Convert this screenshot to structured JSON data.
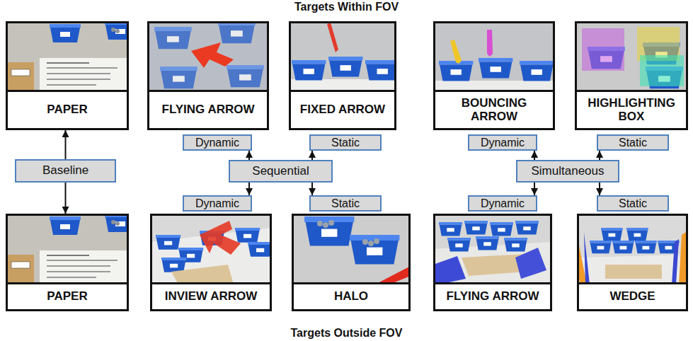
{
  "diagram": {
    "title": "Targets Within FOV",
    "caption": "Targets Outside FOV",
    "nodes": [
      {
        "text": [
          "PAPER"
        ]
      },
      {
        "text": [
          "FLYING ARROW"
        ]
      },
      {
        "text": [
          "FIXED ARROW"
        ]
      },
      {
        "text": [
          "BOUNCING ARROW"
        ]
      },
      {
        "text": [
          "HIGHLIGHTING BOX"
        ]
      },
      {
        "text": [
          "Dynamic"
        ]
      },
      {
        "text": [
          "Static"
        ]
      },
      {
        "text": [
          "Dynamic"
        ]
      },
      {
        "text": [
          "Static"
        ]
      },
      {
        "text": [
          "Baseline"
        ]
      },
      {
        "text": [
          "Sequential"
        ]
      },
      {
        "text": [
          "Simultaneous"
        ]
      },
      {
        "text": [
          "Dynamic"
        ]
      },
      {
        "text": [
          "Static"
        ]
      },
      {
        "text": [
          "Dynamic"
        ]
      },
      {
        "text": [
          "Static"
        ]
      },
      {
        "text": [
          "PAPER"
        ]
      },
      {
        "text": [
          "INVIEW ARROW"
        ]
      },
      {
        "text": [
          "HALO"
        ]
      },
      {
        "text": [
          "FLYING ARROW"
        ]
      },
      {
        "text": [
          "WEDGE"
        ]
      }
    ],
    "edges": [
      {
        "from": 9,
        "to": 0,
        "arrow": "to"
      },
      {
        "from": 9,
        "to": 16,
        "arrow": "to"
      },
      {
        "from": 10,
        "to": 5,
        "arrow": "to"
      },
      {
        "from": 10,
        "to": 6,
        "arrow": "to"
      },
      {
        "from": 10,
        "to": 12,
        "arrow": "to"
      },
      {
        "from": 10,
        "to": 13,
        "arrow": "to"
      },
      {
        "from": 11,
        "to": 7,
        "arrow": "to"
      },
      {
        "from": 11,
        "to": 8,
        "arrow": "to"
      },
      {
        "from": 11,
        "to": 14,
        "arrow": "to"
      },
      {
        "from": 11,
        "to": 15,
        "arrow": "to"
      }
    ]
  }
}
